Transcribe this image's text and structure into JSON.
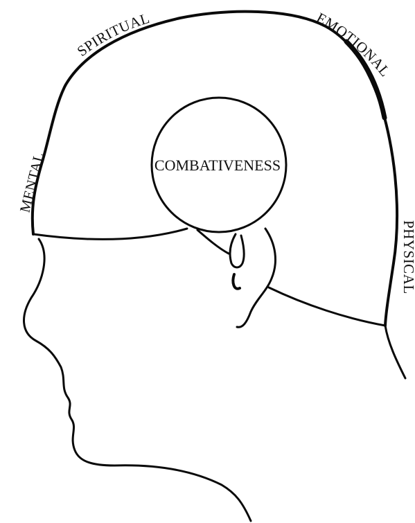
{
  "diagram": {
    "labels": {
      "mental": "MENTAL",
      "spiritual": "SPIRITUAL",
      "emotional": "EMOTIONAL",
      "physical": "PHYSICAL",
      "center": "COMBATIVENESS"
    },
    "ink_color": "#0a0a0a",
    "background_color": "#ffffff"
  }
}
